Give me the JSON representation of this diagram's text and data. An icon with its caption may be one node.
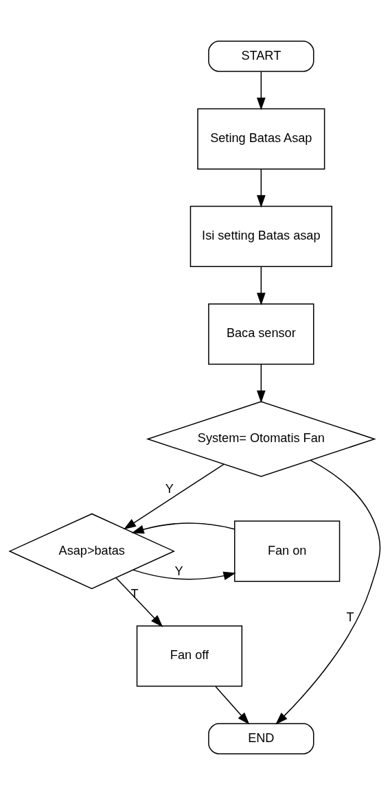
{
  "diagram": {
    "nodes": [
      {
        "text": [
          "START"
        ]
      },
      {
        "text": [
          "Seting Batas Asap"
        ]
      },
      {
        "text": [
          "Isi setting Batas asap"
        ]
      },
      {
        "text": [
          "Baca sensor"
        ]
      },
      {
        "text": [
          "System= Otomatis Fan"
        ]
      },
      {
        "text": [
          "Asap>batas"
        ]
      },
      {
        "text": [
          "Fan on"
        ]
      },
      {
        "text": [
          "Fan off"
        ]
      },
      {
        "text": [
          "END"
        ]
      }
    ],
    "edges": [
      {
        "from": 0,
        "to": 1,
        "arrow": "to"
      },
      {
        "from": 1,
        "to": 2,
        "arrow": "to"
      },
      {
        "from": 2,
        "to": 3,
        "arrow": "to"
      },
      {
        "from": 3,
        "to": 4,
        "arrow": "to"
      },
      {
        "from": 4,
        "to": 5,
        "arrow": "to",
        "label": "Y"
      },
      {
        "from": 4,
        "to": 8,
        "arrow": "to",
        "label": "T"
      },
      {
        "from": 5,
        "to": 6,
        "arrow": "to",
        "label": "Y"
      },
      {
        "from": 5,
        "to": 7,
        "arrow": "to",
        "label": "T"
      },
      {
        "from": 6,
        "to": 5,
        "arrow": "to"
      },
      {
        "from": 7,
        "to": 8,
        "arrow": "to"
      }
    ]
  }
}
